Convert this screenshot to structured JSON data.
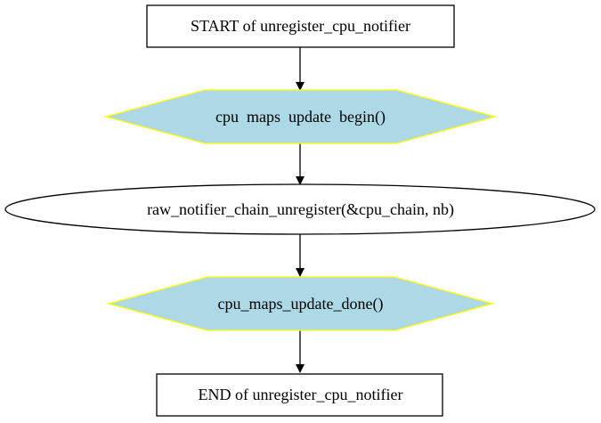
{
  "diagram": {
    "type": "flowchart",
    "nodes": [
      {
        "id": "start",
        "shape": "box",
        "label": "START of unregister_cpu_notifier"
      },
      {
        "id": "begin",
        "shape": "hexagon",
        "label": "cpu  maps  update  begin()",
        "fill": "#add8e6",
        "stroke": "#ffff00"
      },
      {
        "id": "unreg",
        "shape": "ellipse",
        "label": "raw_notifier_chain_unregister(&cpu_chain, nb)"
      },
      {
        "id": "done",
        "shape": "hexagon",
        "label": "cpu_maps_update_done()",
        "fill": "#add8e6",
        "stroke": "#ffff00"
      },
      {
        "id": "end",
        "shape": "box",
        "label": "END of unregister_cpu_notifier"
      }
    ],
    "edges": [
      {
        "from": "start",
        "to": "begin"
      },
      {
        "from": "begin",
        "to": "unreg"
      },
      {
        "from": "unreg",
        "to": "done"
      },
      {
        "from": "done",
        "to": "end"
      }
    ]
  }
}
